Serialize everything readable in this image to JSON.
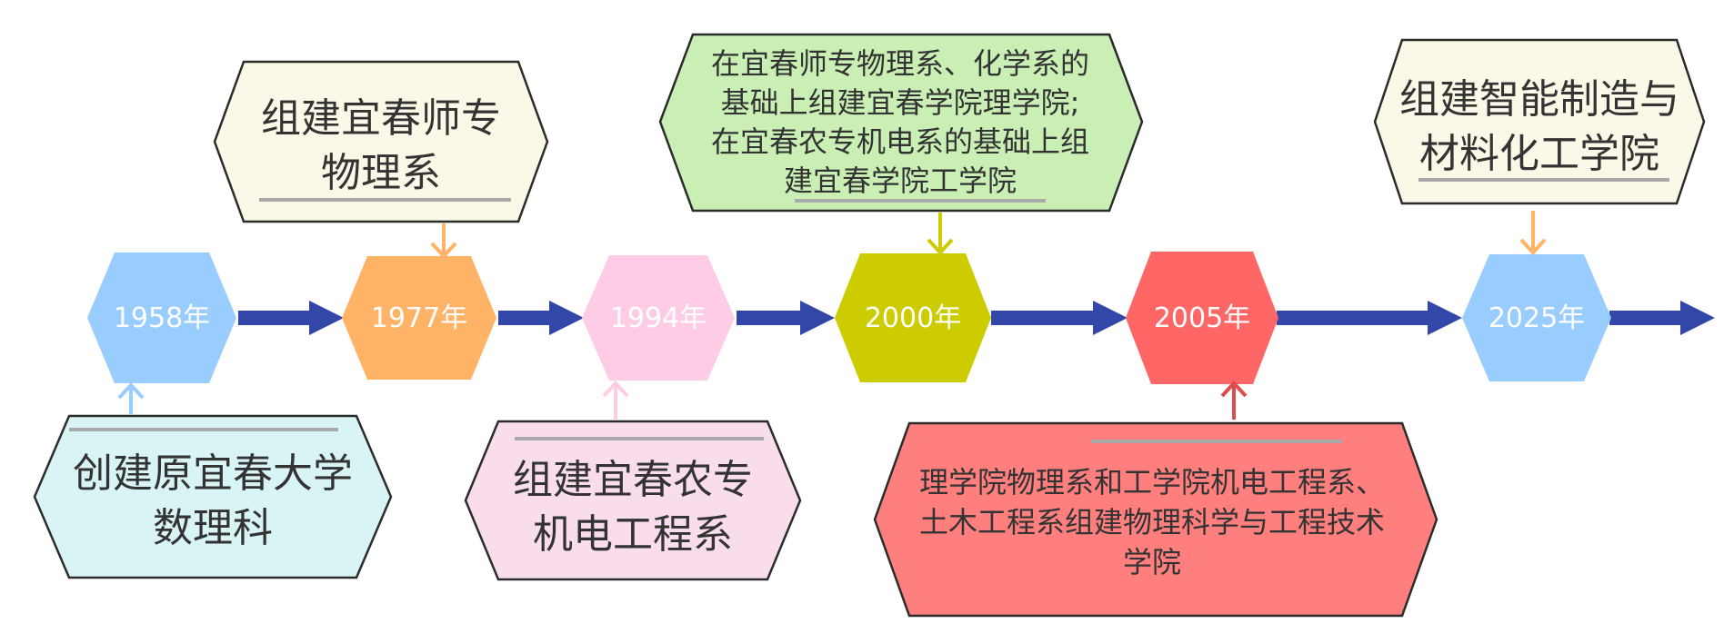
{
  "colors": {
    "arrow_main": "#3347A8",
    "hex_1958": "#99CCFF",
    "hex_1977": "#FFB366",
    "hex_1994": "#FFCCE6",
    "hex_2000": "#CCCC00",
    "hex_2005": "#FF6666",
    "hex_2025": "#99CCFF",
    "box_1958": "#D9F4F4",
    "box_1977": "#FCF8E8",
    "box_1994": "#F9DDED",
    "box_2000": "#C9EFB4",
    "box_2005": "#FF7F7F",
    "box_2025": "#FCF8E8",
    "connector_1958": "#99CCFF",
    "connector_1977": "#FFB366",
    "connector_1994": "#FFCCE6",
    "connector_2000": "#CCCC00",
    "connector_2005": "#E04B4B",
    "connector_2025": "#FFB366",
    "underline": "#A9A9A9"
  },
  "milestones": [
    {
      "year": "1958年",
      "lines": [
        "创建原宜春大学",
        "数理科"
      ]
    },
    {
      "year": "1977年",
      "lines": [
        "组建宜春师专",
        "物理系"
      ]
    },
    {
      "year": "1994年",
      "lines": [
        "组建宜春农专",
        "机电工程系"
      ]
    },
    {
      "year": "2000年",
      "lines": [
        "在宜春师专物理系、化学系的",
        "基础上组建宜春学院理学院;",
        "在宜春农专机电系的基础上组",
        "建宜春学院工学院"
      ]
    },
    {
      "year": "2005年",
      "lines": [
        "理学院物理系和工学院机电工程系、",
        "土木工程系组建物理科学与工程技术",
        "学院"
      ]
    },
    {
      "year": "2025年",
      "lines": [
        "组建智能制造与",
        "材料化工学院"
      ]
    }
  ]
}
